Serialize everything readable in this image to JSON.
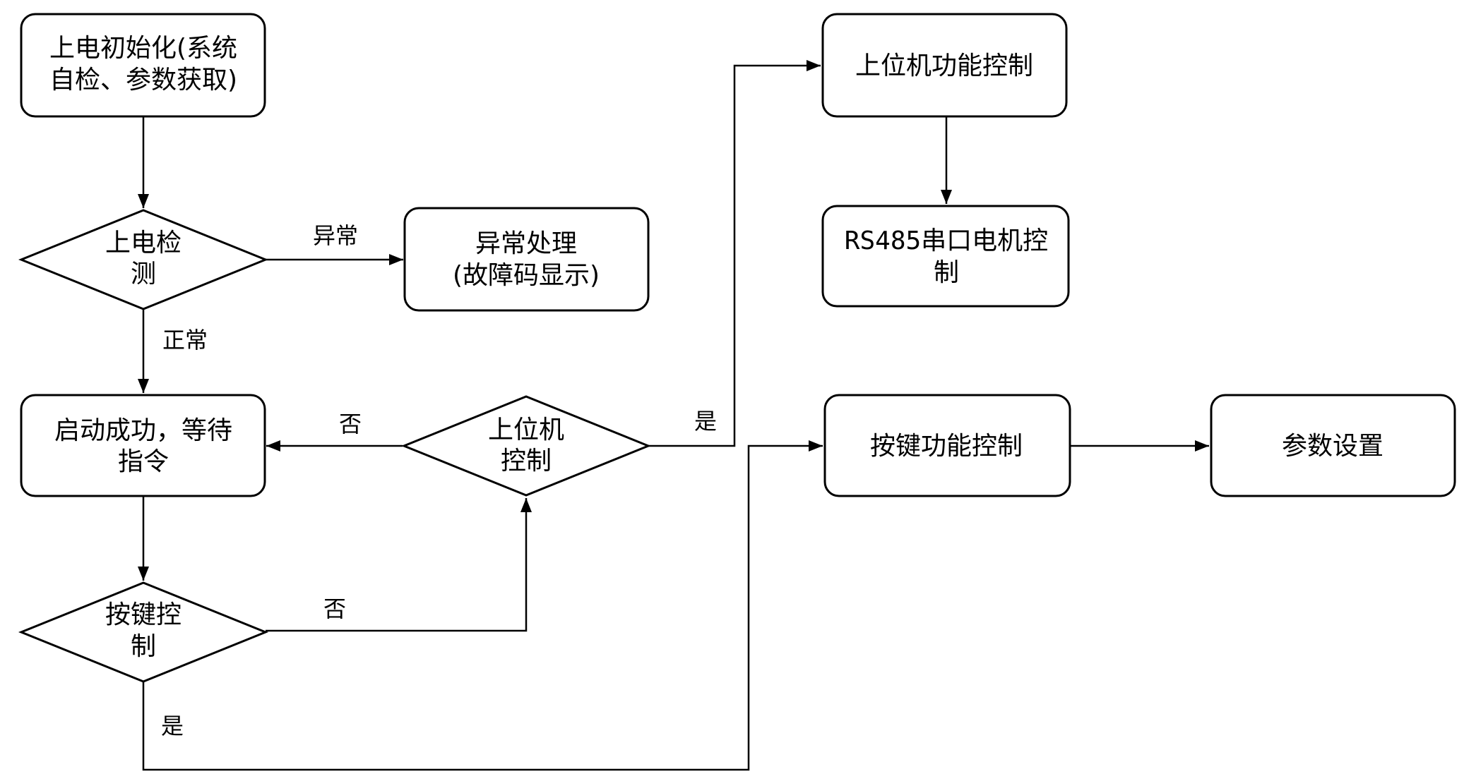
{
  "nodes": {
    "power_on_init": {
      "lines": [
        "上电初始化(系统",
        "自检、参数获取)"
      ]
    },
    "power_on_check": {
      "lines": [
        "上电检",
        "测"
      ]
    },
    "exception_handling": {
      "lines": [
        "异常处理",
        "(故障码显示)"
      ]
    },
    "startup_success": {
      "lines": [
        "启动成功，等待",
        "指令"
      ]
    },
    "key_control_decision": {
      "lines": [
        "按键控",
        "制"
      ]
    },
    "host_control_decision": {
      "lines": [
        "上位机",
        "控制"
      ]
    },
    "host_function_control": {
      "lines": [
        "上位机功能控制"
      ]
    },
    "rs485_motor_control": {
      "line1_prefix": "RS485",
      "line1_rest": "串口电机控",
      "line2": "制"
    },
    "key_function_control": {
      "lines": [
        "按键功能控制"
      ]
    },
    "parameter_setting": {
      "lines": [
        "参数设置"
      ]
    }
  },
  "edge_labels": {
    "abnormal": "异常",
    "normal": "正常",
    "host_no": "否",
    "host_yes": "是",
    "key_no": "否",
    "key_yes": "是"
  }
}
